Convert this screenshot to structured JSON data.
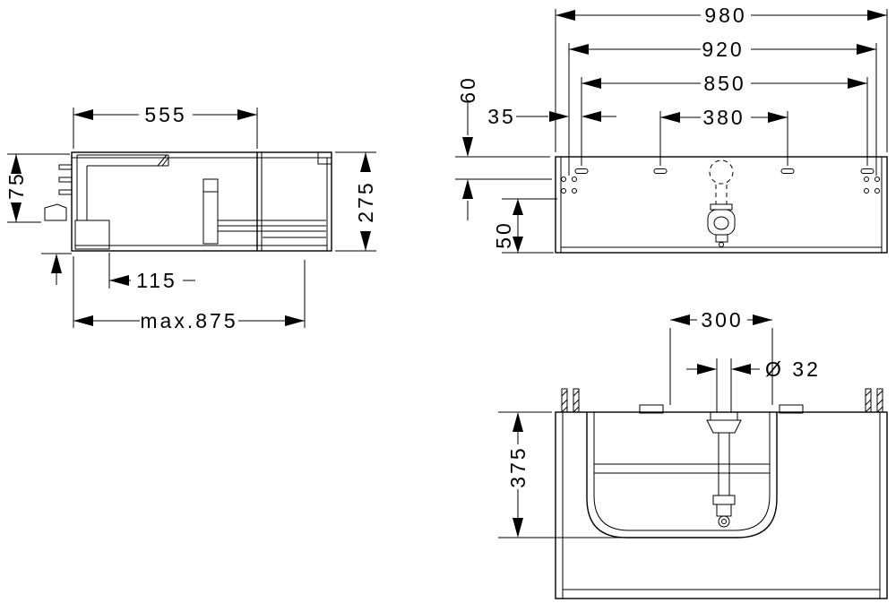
{
  "drawing": {
    "background": "#ffffff",
    "line_color": "#000000",
    "views": {
      "side": {
        "top_width": "555",
        "bracket_height": "75",
        "total_height": "275",
        "siphon_offset": "115",
        "max_depth": "max.875"
      },
      "plan": {
        "total_width": "980",
        "holes_width": "920",
        "slots_width": "850",
        "center_span": "380",
        "rear_offset": "60",
        "side_offset": "35",
        "lower_offset": "50"
      },
      "front": {
        "bracket_span": "300",
        "drain_diameter": "Ø 32",
        "height": "375"
      }
    }
  }
}
